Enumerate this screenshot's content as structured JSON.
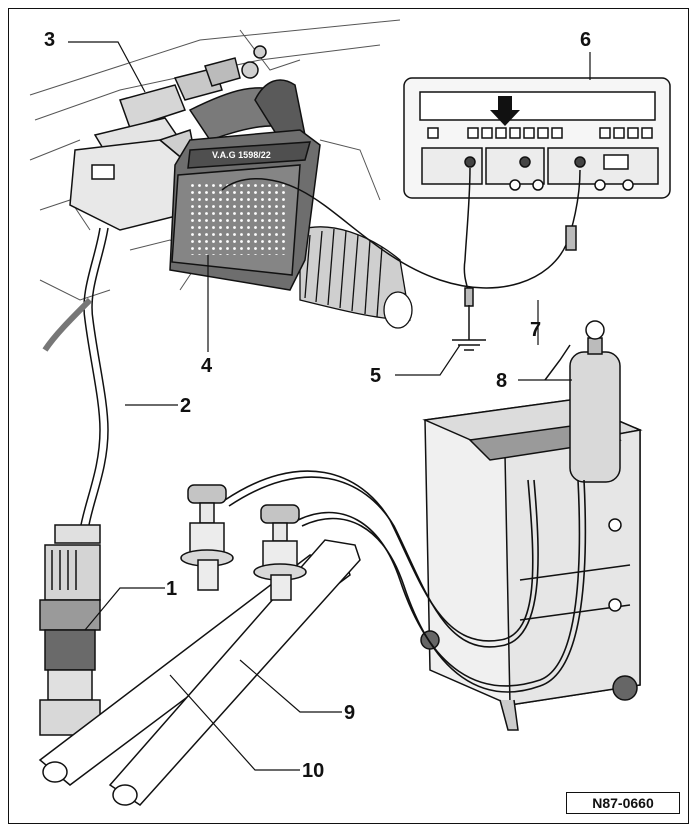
{
  "figure": {
    "code": "N87-0660",
    "adapter_label": "V.A.G 1598/22"
  },
  "callouts": {
    "c1": "1",
    "c2": "2",
    "c3": "3",
    "c4": "4",
    "c5": "5",
    "c6": "6",
    "c7": "7",
    "c8": "8",
    "c9": "9",
    "c10": "10"
  },
  "colors": {
    "line": "#111111",
    "light_fill": "#e8e8e8",
    "mid_fill": "#bdbdbd",
    "dark_fill": "#6e6e6e",
    "background": "#ffffff"
  }
}
